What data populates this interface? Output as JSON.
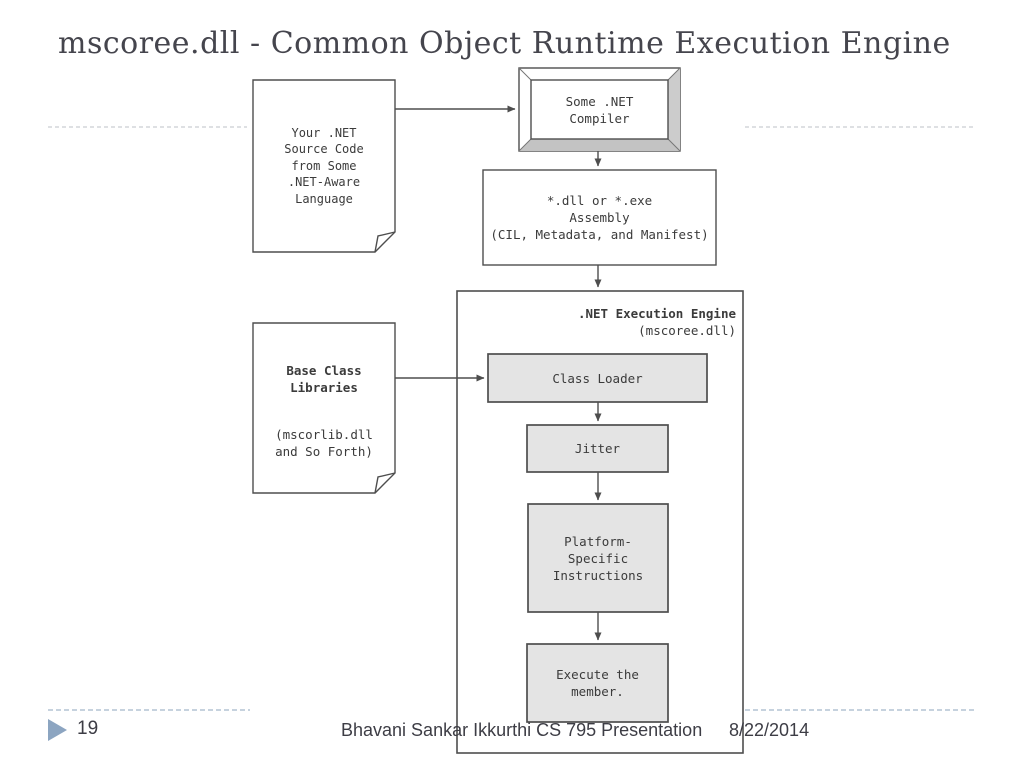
{
  "slide": {
    "title": "mscoree.dll  - Common Object Runtime Execution Engine"
  },
  "diagram": {
    "source_doc": {
      "text": "Your .NET\nSource Code\nfrom Some\n.NET-Aware\nLanguage"
    },
    "compiler": {
      "text": "Some .NET\nCompiler"
    },
    "assembly": {
      "text": "*.dll or *.exe\nAssembly\n(CIL, Metadata, and Manifest)"
    },
    "engine": {
      "title": ".NET Execution Engine",
      "subtitle": "(mscoree.dll)"
    },
    "class_loader": {
      "label": "Class Loader"
    },
    "jitter": {
      "label": "Jitter"
    },
    "platform": {
      "text": "Platform-\nSpecific\nInstructions"
    },
    "execute": {
      "text": "Execute the\nmember."
    },
    "bcl": {
      "title": "Base Class\nLibraries",
      "subtitle": "(mscorlib.dll\nand So Forth)"
    }
  },
  "footer": {
    "page_number": "19",
    "credit": "Bhavani Sankar Ikkurthi CS 795 Presentation",
    "date": "8/22/2014",
    "marker_icon": "right-pointing-triangle"
  },
  "colors": {
    "title_text": "#45454d",
    "diagram_ink": "#3b3b3b",
    "diagram_line": "#4e4e4e",
    "box_fill": "#e4e4e4",
    "bevel_bottom": "#c3c3c3",
    "bevel_right": "#cccccc",
    "dash_top": "#c9cdd2",
    "dash_bottom": "#a3b8cb",
    "footer_text": "#3d3d45",
    "footer_marker": "#8ca5c1"
  }
}
